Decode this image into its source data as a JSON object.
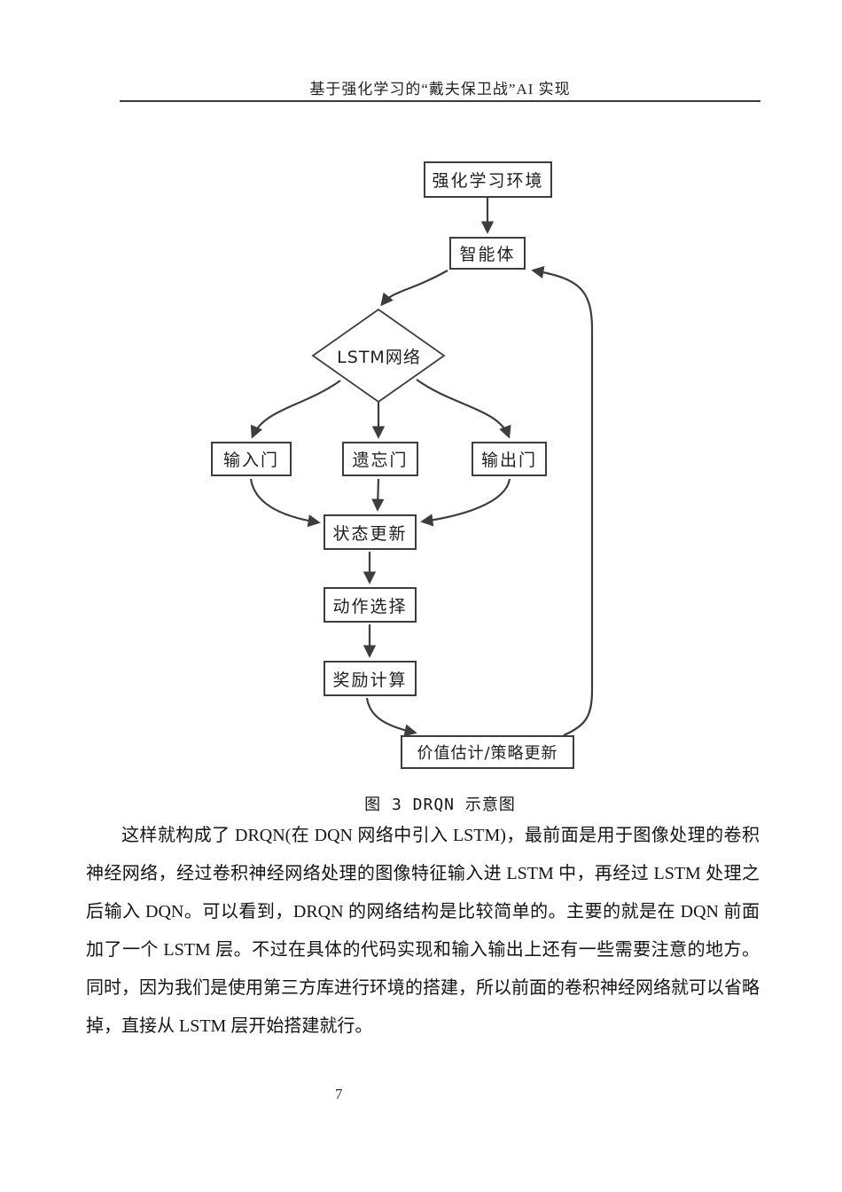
{
  "header": {
    "title": "基于强化学习的“戴夫保卫战”AI 实现"
  },
  "figure": {
    "caption": "图 3 DRQN 示意图",
    "ink_color": "#3d3d3d",
    "nodes": {
      "env": "强化学习环境",
      "agent": "智能体",
      "lstm": "LSTM网络",
      "input_gate": "输入门",
      "forget_gate": "遗忘门",
      "output_gate": "输出门",
      "state_update": "状态更新",
      "action_select": "动作选择",
      "reward_calc": "奖励计算",
      "value_policy": "价值估计/策略更新"
    }
  },
  "body": {
    "paragraph": "这样就构成了 DRQN(在 DQN 网络中引入 LSTM)，最前面是用于图像处理的卷积神经网络，经过卷积神经网络处理的图像特征输入进 LSTM 中，再经过 LSTM 处理之后输入 DQN。可以看到，DRQN 的网络结构是比较简单的。主要的就是在 DQN 前面加了一个 LSTM 层。不过在具体的代码实现和输入输出上还有一些需要注意的地方。同时，因为我们是使用第三方库进行环境的搭建，所以前面的卷积神经网络就可以省略掉，直接从 LSTM 层开始搭建就行。"
  },
  "footer": {
    "page_number": "7"
  }
}
